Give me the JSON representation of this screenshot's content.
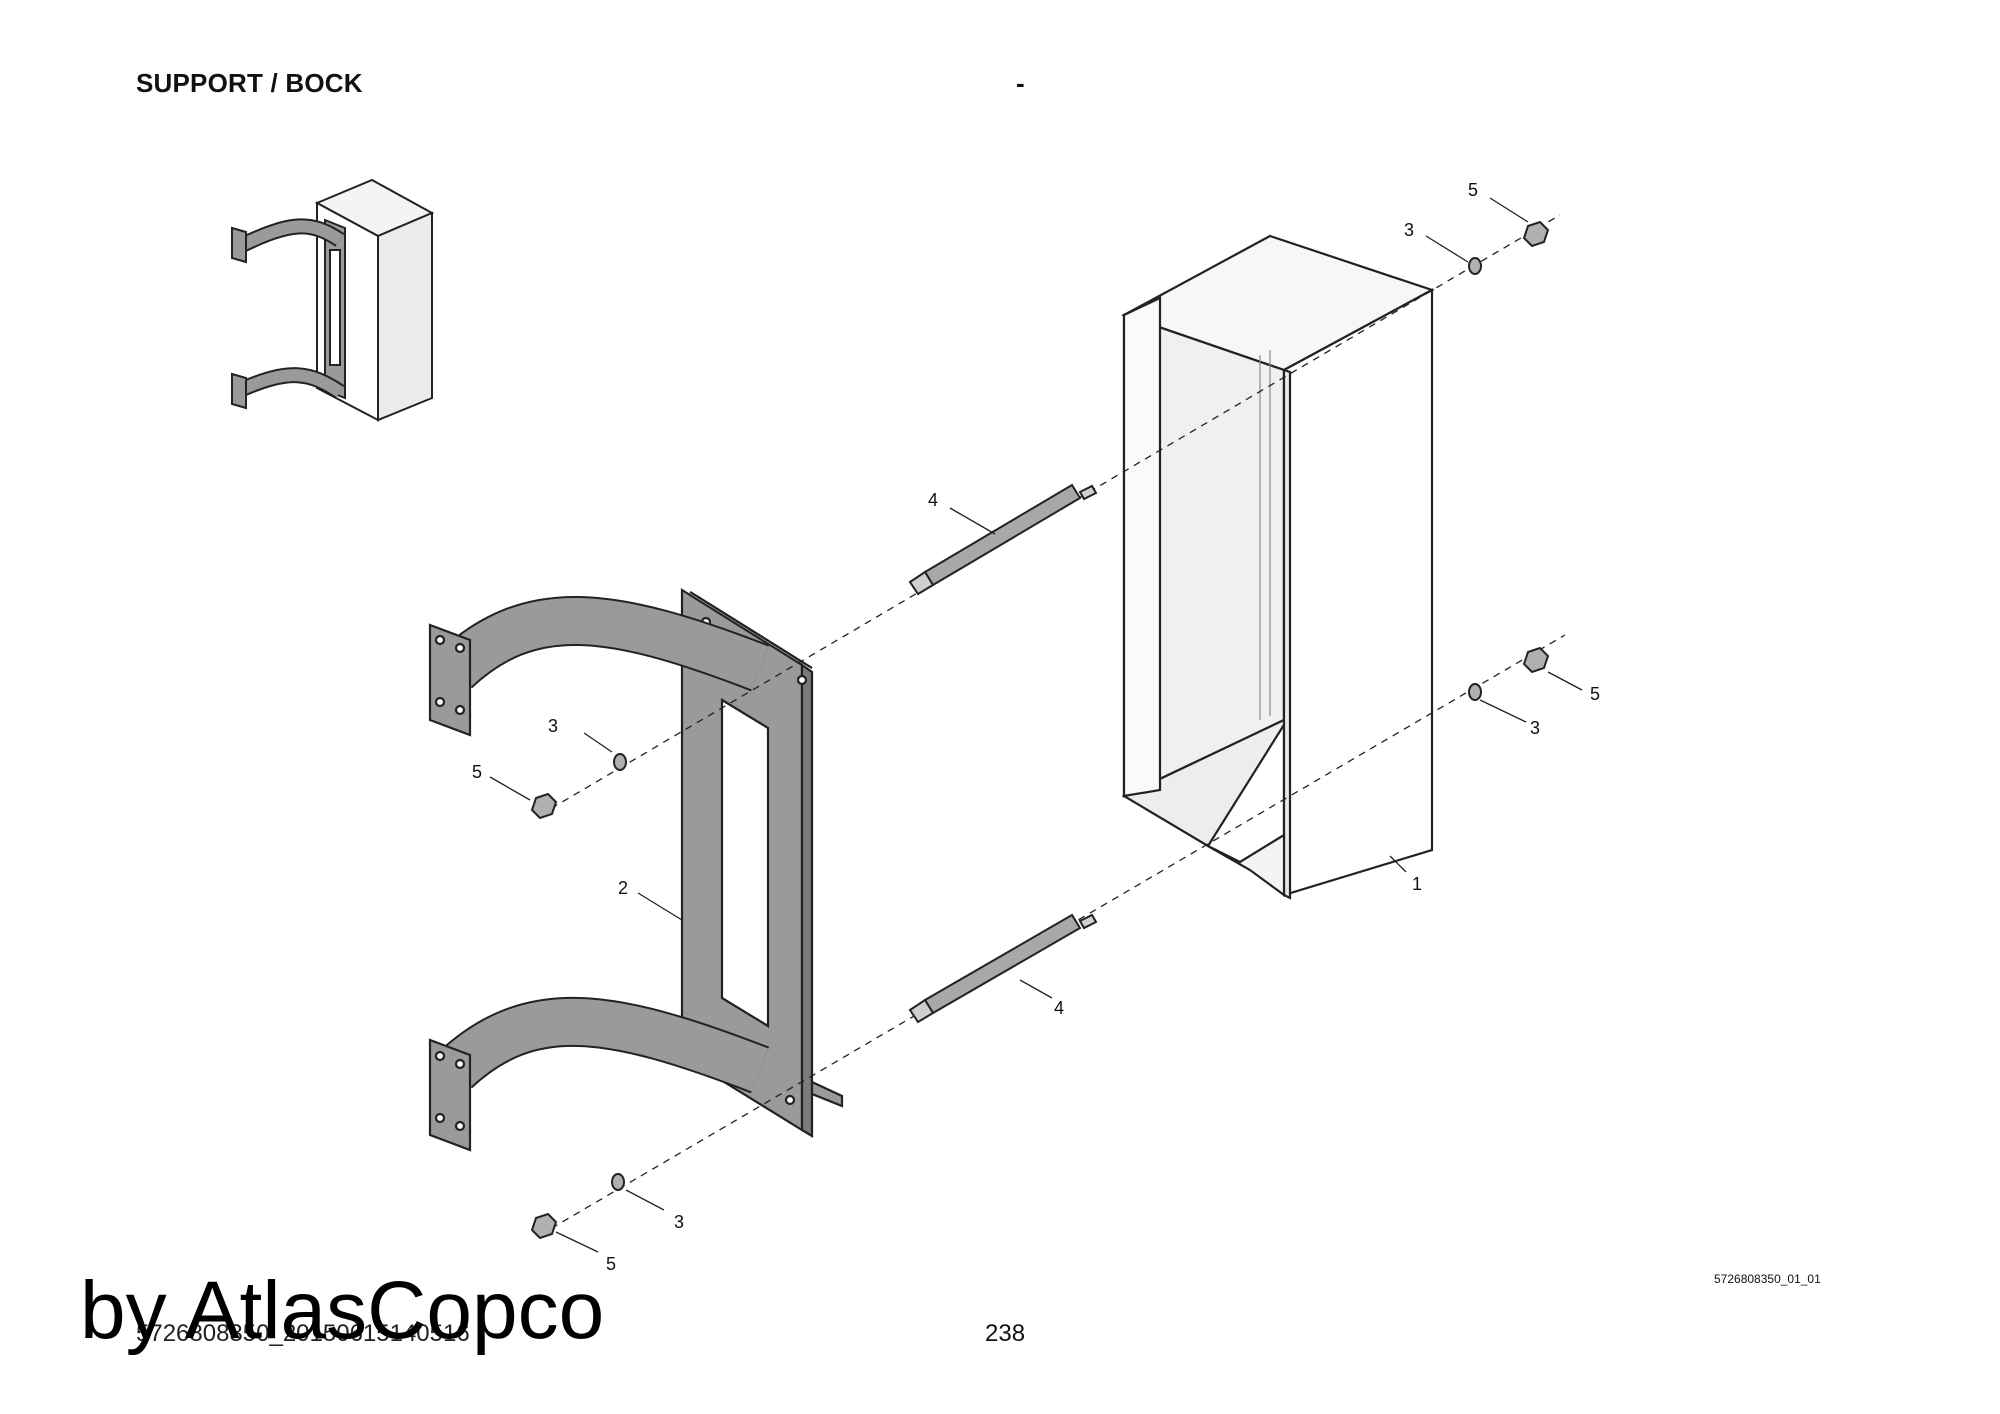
{
  "header": {
    "title": "SUPPORT / BOCK",
    "dash": "-"
  },
  "callouts": {
    "c1": "1",
    "c2": "2",
    "c3a": "3",
    "c3b": "3",
    "c3c": "3",
    "c3d": "3",
    "c4a": "4",
    "c4b": "4",
    "c5a": "5",
    "c5b": "5",
    "c5c": "5",
    "c5d": "5"
  },
  "footer": {
    "figure_ref": "5726808350_01_01",
    "file_code": "5726808350_20150615140516",
    "page_number": "238",
    "watermark": "by AtlasCopco"
  },
  "colors": {
    "bracket_fill": "#9a9a9a",
    "cover_fill": "#f2f2f2",
    "line": "#222222"
  }
}
